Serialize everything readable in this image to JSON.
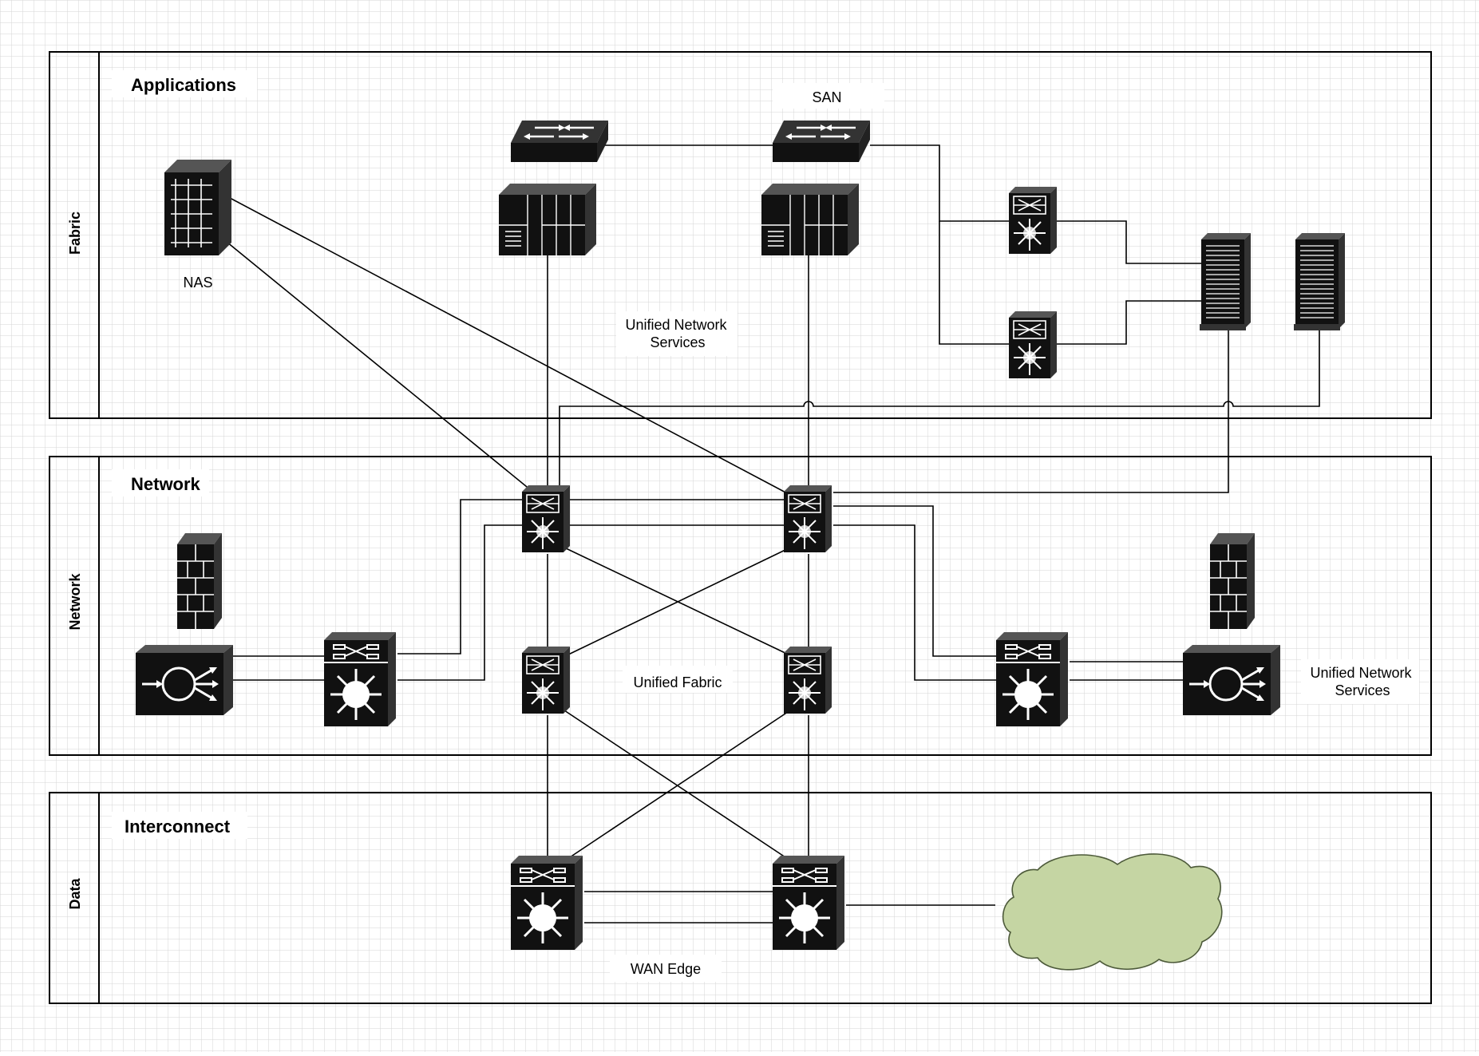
{
  "diagram": {
    "swimlanes": [
      {
        "id": "lane-fabric",
        "side_label": "Fabric",
        "title": "Applications"
      },
      {
        "id": "lane-network",
        "side_label": "Network",
        "title": "Network"
      },
      {
        "id": "lane-data",
        "side_label": "Data",
        "title": "Interconnect"
      }
    ],
    "labels": {
      "nas": "NAS",
      "san": "SAN",
      "uns_top_line1": "Unified Network",
      "uns_top_line2": "Services",
      "unified_fabric": "Unified Fabric",
      "uns_right_line1": "Unified Network",
      "uns_right_line2": "Services",
      "wan_edge": "WAN Edge"
    },
    "devices": [
      {
        "name": "nas-storage",
        "icon": "storage-array-icon"
      },
      {
        "name": "san-switch-left",
        "icon": "workgroup-switch-icon"
      },
      {
        "name": "san-switch-right",
        "icon": "workgroup-switch-icon"
      },
      {
        "name": "blade-chassis-left",
        "icon": "blade-server-icon"
      },
      {
        "name": "blade-chassis-right",
        "icon": "blade-server-icon"
      },
      {
        "name": "mds-switch-top",
        "icon": "nexus-switch-icon"
      },
      {
        "name": "mds-switch-bottom",
        "icon": "nexus-switch-icon"
      },
      {
        "name": "rack-server-1",
        "icon": "rack-server-icon"
      },
      {
        "name": "rack-server-2",
        "icon": "rack-server-icon"
      },
      {
        "name": "core-nexus-left",
        "icon": "nexus-switch-icon"
      },
      {
        "name": "core-nexus-right",
        "icon": "nexus-switch-icon"
      },
      {
        "name": "agg-nexus-left",
        "icon": "nexus-switch-icon"
      },
      {
        "name": "agg-nexus-right",
        "icon": "nexus-switch-icon"
      },
      {
        "name": "firewall-left",
        "icon": "firewall-icon"
      },
      {
        "name": "firewall-right",
        "icon": "firewall-icon"
      },
      {
        "name": "load-balancer-left",
        "icon": "load-balancer-icon"
      },
      {
        "name": "load-balancer-right",
        "icon": "load-balancer-icon"
      },
      {
        "name": "services-switch-left",
        "icon": "multilayer-switch-icon"
      },
      {
        "name": "services-switch-right",
        "icon": "multilayer-switch-icon"
      },
      {
        "name": "wan-router-left",
        "icon": "multilayer-switch-icon"
      },
      {
        "name": "wan-router-right",
        "icon": "multilayer-switch-icon"
      },
      {
        "name": "wan-cloud",
        "icon": "cloud-icon"
      }
    ],
    "colors": {
      "grid": "#d6d6d6",
      "device": "#111111",
      "cloud_fill": "#c5d5a3",
      "cloud_stroke": "#4d5a3a"
    }
  }
}
